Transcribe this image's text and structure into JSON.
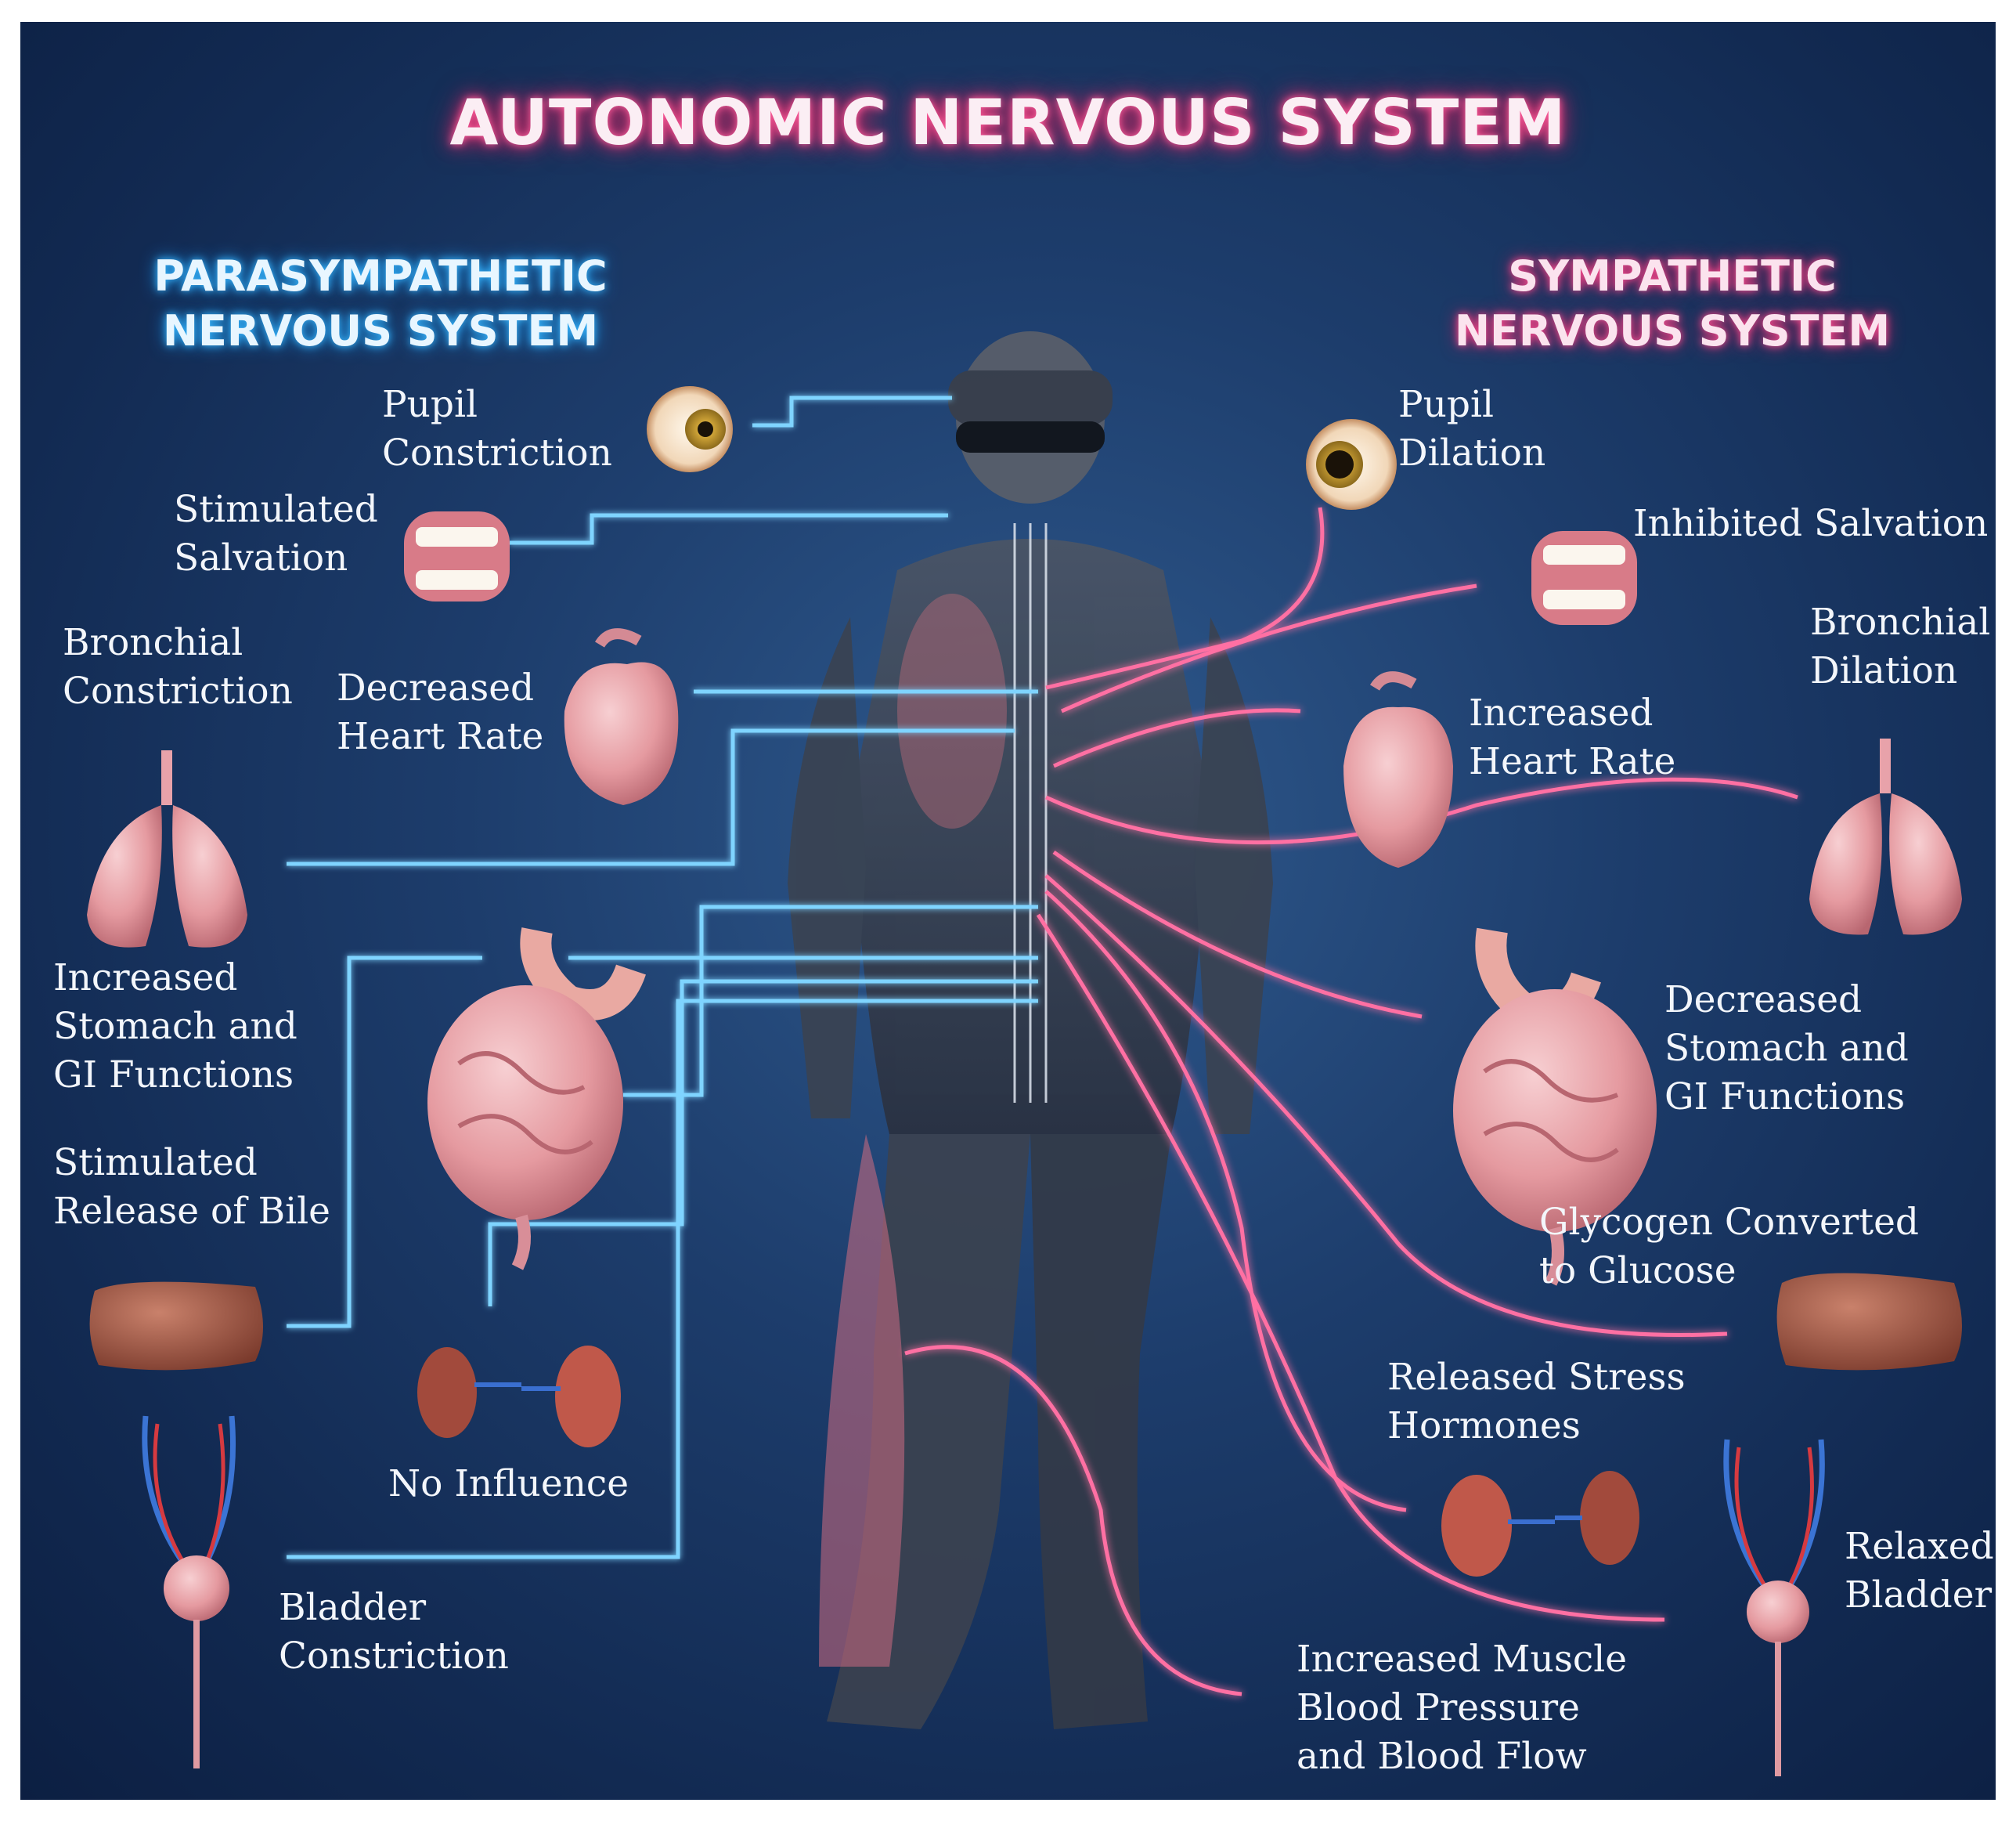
{
  "title": "AUTONOMIC NERVOUS SYSTEM",
  "parasympathetic": {
    "heading_line1": "PARASYMPATHETIC",
    "heading_line2": "NERVOUS SYSTEM",
    "effects": [
      {
        "line1": "Pupil",
        "line2": "Constriction"
      },
      {
        "line1": "Stimulated",
        "line2": "Salvation"
      },
      {
        "line1": "Bronchial",
        "line2": "Constriction"
      },
      {
        "line1": "Decreased",
        "line2": "Heart Rate"
      },
      {
        "line1": "Increased",
        "line2": "Stomach and",
        "line3": "GI Functions"
      },
      {
        "line1": "Stimulated",
        "line2": "Release of Bile"
      },
      {
        "line1": "No Influence"
      },
      {
        "line1": "Bladder",
        "line2": "Constriction"
      }
    ]
  },
  "sympathetic": {
    "heading_line1": "SYMPATHETIC",
    "heading_line2": "NERVOUS SYSTEM",
    "effects": [
      {
        "line1": "Pupil",
        "line2": "Dilation"
      },
      {
        "line1": "Inhibited Salvation"
      },
      {
        "line1": "Bronchial",
        "line2": "Dilation"
      },
      {
        "line1": "Increased",
        "line2": "Heart Rate"
      },
      {
        "line1": "Decreased",
        "line2": "Stomach and",
        "line3": "GI Functions"
      },
      {
        "line1": "Glycogen Converted",
        "line2": "to Glucose"
      },
      {
        "line1": "Released Stress",
        "line2": "Hormones"
      },
      {
        "line1": "Relaxed",
        "line2": "Bladder"
      },
      {
        "line1": "Increased Muscle",
        "line2": "Blood Pressure",
        "line3": "and Blood Flow"
      }
    ]
  },
  "colors": {
    "background": "#1d3d6c",
    "parasympathetic_line": "#7fd4ff",
    "sympathetic_line": "#ff6fa3",
    "organ": "#e89a9f"
  }
}
